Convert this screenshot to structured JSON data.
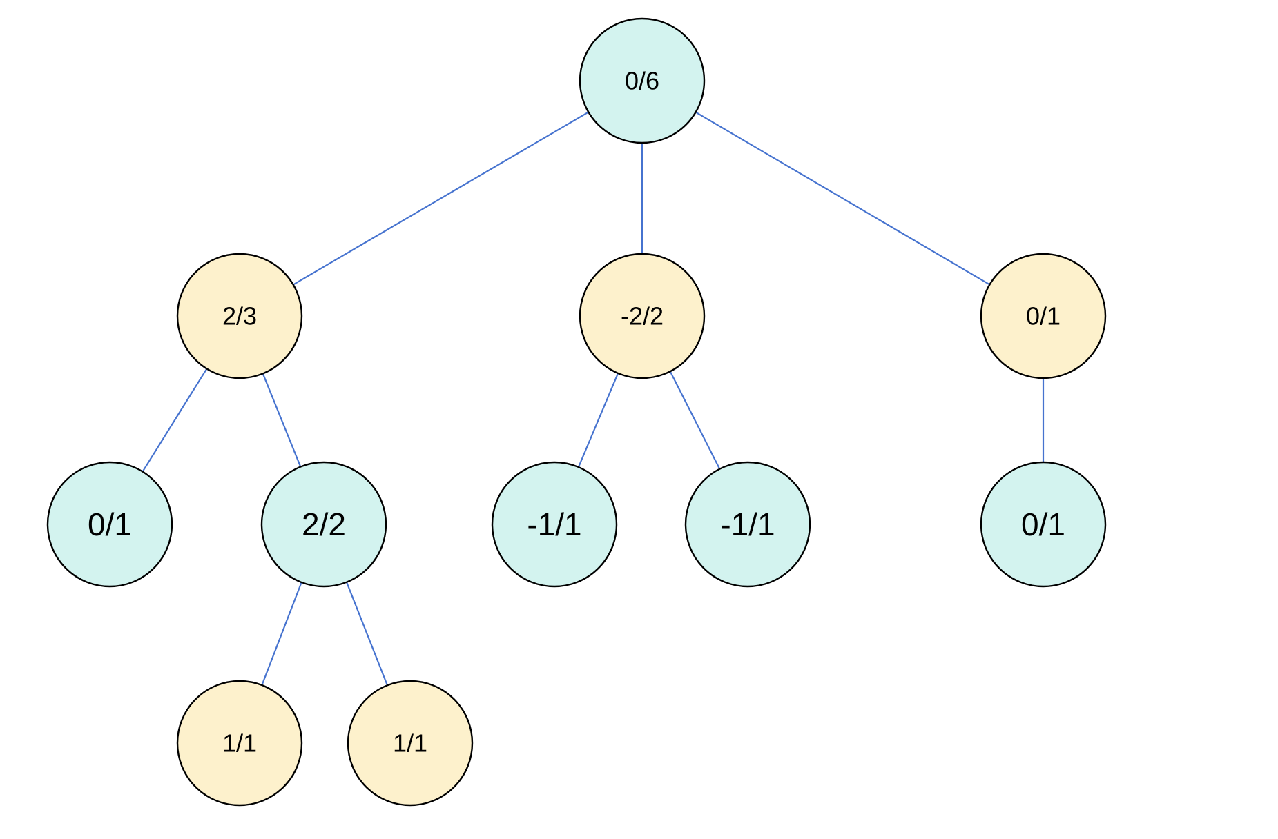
{
  "colors": {
    "teal_fill": "#d3f3ef",
    "yellow_fill": "#fdf1cc",
    "edge": "#4673cf",
    "stroke": "#000000"
  },
  "tree": {
    "nodes": [
      {
        "id": "root",
        "label": "0/6",
        "fill": "teal"
      },
      {
        "id": "a",
        "label": "2/3",
        "fill": "yellow"
      },
      {
        "id": "b",
        "label": "-2/2",
        "fill": "yellow"
      },
      {
        "id": "c",
        "label": "0/1",
        "fill": "yellow"
      },
      {
        "id": "a1",
        "label": "0/1",
        "fill": "teal"
      },
      {
        "id": "a2",
        "label": "2/2",
        "fill": "teal"
      },
      {
        "id": "b1",
        "label": "-1/1",
        "fill": "teal"
      },
      {
        "id": "b2",
        "label": "-1/1",
        "fill": "teal"
      },
      {
        "id": "c1",
        "label": "0/1",
        "fill": "teal"
      },
      {
        "id": "a2a",
        "label": "1/1",
        "fill": "yellow"
      },
      {
        "id": "a2b",
        "label": "1/1",
        "fill": "yellow"
      }
    ],
    "edges": [
      [
        "root",
        "a"
      ],
      [
        "root",
        "b"
      ],
      [
        "root",
        "c"
      ],
      [
        "a",
        "a1"
      ],
      [
        "a",
        "a2"
      ],
      [
        "b",
        "b1"
      ],
      [
        "b",
        "b2"
      ],
      [
        "c",
        "c1"
      ],
      [
        "a2",
        "a2a"
      ],
      [
        "a2",
        "a2b"
      ]
    ]
  }
}
